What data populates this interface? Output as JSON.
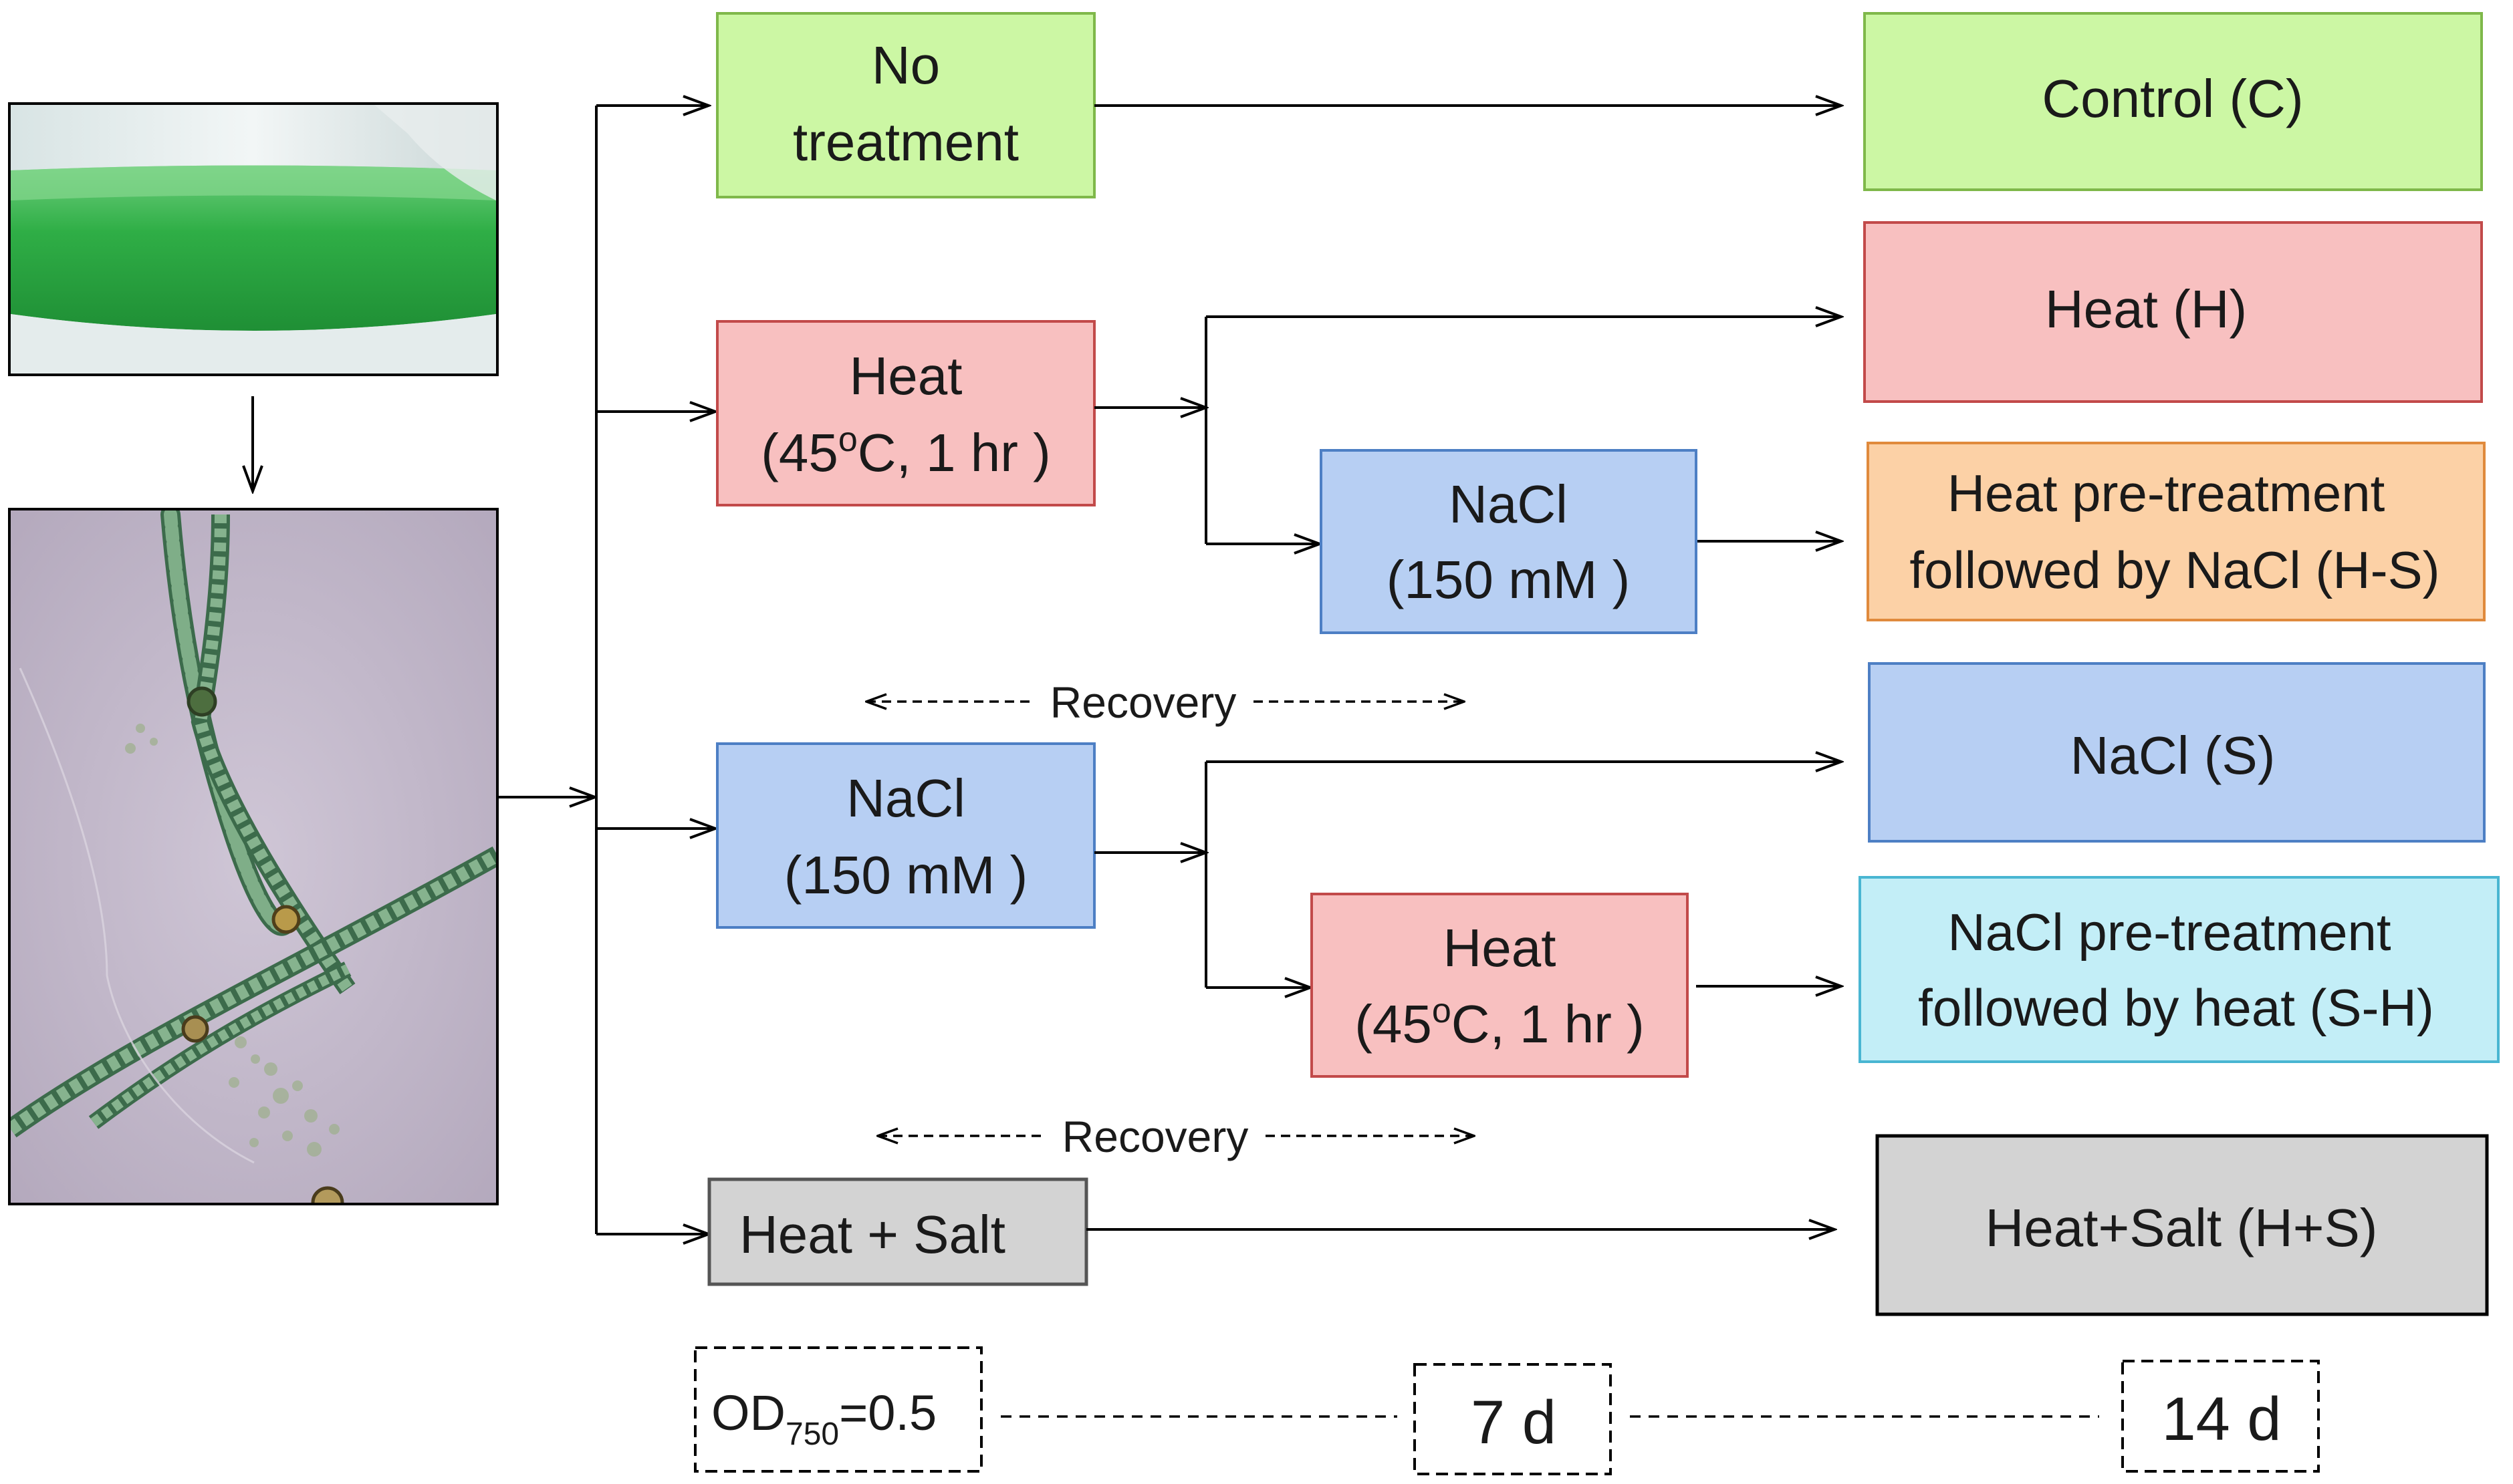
{
  "treatments": {
    "no_treatment": {
      "line1": "No",
      "line2": "treatment",
      "color": "#ccf7a4"
    },
    "heat": {
      "line1": "Heat",
      "line2_pre": "(45",
      "line2_sup": "o",
      "line2_post": "C, 1 hr )",
      "color": "#f8c0c0"
    },
    "nacl_after_heat": {
      "line1": "NaCl",
      "line2": "(150 mM )",
      "color": "#b7cff3"
    },
    "nacl": {
      "line1": "NaCl",
      "line2": "(150 mM )",
      "color": "#b7cff3"
    },
    "heat_after_nacl": {
      "line1": "Heat",
      "line2_pre": "(45",
      "line2_sup": "o",
      "line2_post": "C, 1 hr )",
      "color": "#f8c0c0"
    },
    "heat_salt": {
      "label": "Heat + Salt",
      "color": "#d3d3d3"
    }
  },
  "outcomes": {
    "control": {
      "label": "Control (C)",
      "color": "#ccf7a4"
    },
    "heat": {
      "label": "Heat (H)",
      "color": "#f8c0c0"
    },
    "heat_then_nacl": {
      "line1": "Heat pre-treatment",
      "line2": "followed by NaCl (H-S)",
      "color": "#fcd1a6"
    },
    "nacl": {
      "label": "NaCl (S)",
      "color": "#b7cff3"
    },
    "nacl_then_heat": {
      "line1": "NaCl pre-treatment",
      "line2": "followed by heat (S-H)",
      "color": "#c3eef7"
    },
    "heat_salt": {
      "label": "Heat+Salt (H+S)",
      "color": "#d3d3d3"
    }
  },
  "recovery_labels": [
    "Recovery",
    "Recovery"
  ],
  "timeline": {
    "start_main": "OD",
    "start_sub": "750",
    "start_value": "=0.5",
    "mid": "7 d",
    "end": "14 d"
  },
  "photos": {
    "flask": "culture-flask-photo",
    "micrograph": "filament-micrograph"
  }
}
